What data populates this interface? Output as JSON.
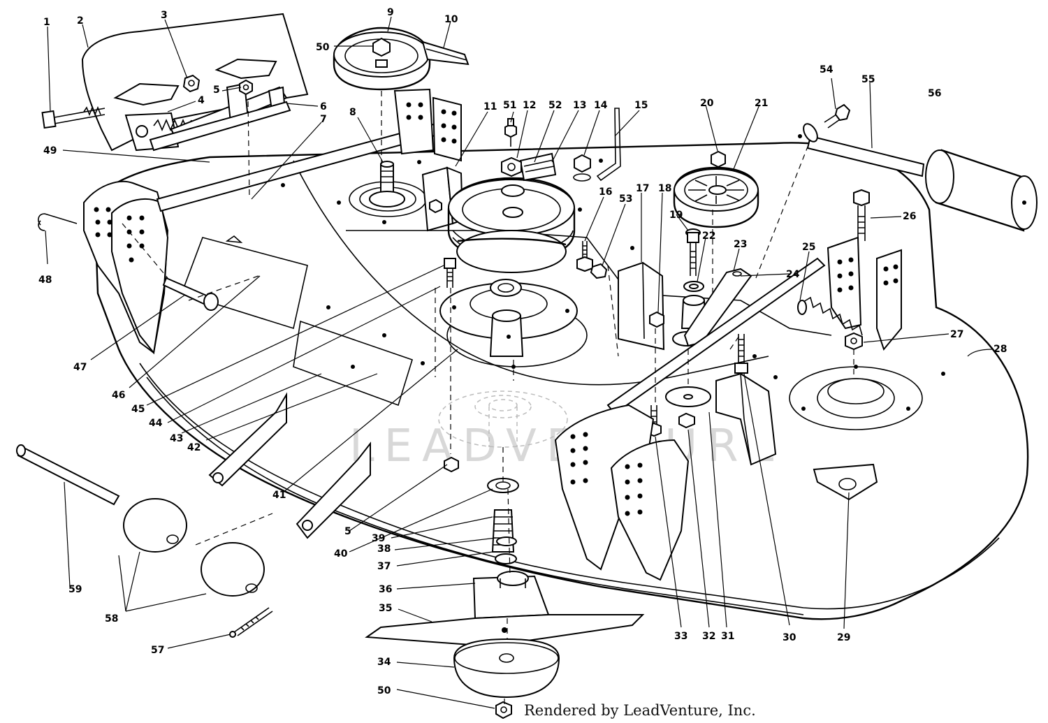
{
  "credit": "Rendered by LeadVenture, Inc.",
  "watermark": "LEADVENTURE",
  "callouts": [
    {
      "id": "c1",
      "text": "1"
    },
    {
      "id": "c2",
      "text": "2"
    },
    {
      "id": "c3",
      "text": "3"
    },
    {
      "id": "c4",
      "text": "4"
    },
    {
      "id": "c5a",
      "text": "5"
    },
    {
      "id": "c6",
      "text": "6"
    },
    {
      "id": "c7",
      "text": "7"
    },
    {
      "id": "c8",
      "text": "8"
    },
    {
      "id": "c9",
      "text": "9"
    },
    {
      "id": "c10",
      "text": "10"
    },
    {
      "id": "c11",
      "text": "11"
    },
    {
      "id": "c12",
      "text": "12"
    },
    {
      "id": "c13",
      "text": "13"
    },
    {
      "id": "c14",
      "text": "14"
    },
    {
      "id": "c15",
      "text": "15"
    },
    {
      "id": "c16",
      "text": "16"
    },
    {
      "id": "c17",
      "text": "17"
    },
    {
      "id": "c18",
      "text": "18"
    },
    {
      "id": "c19",
      "text": "19"
    },
    {
      "id": "c20",
      "text": "20"
    },
    {
      "id": "c21",
      "text": "21"
    },
    {
      "id": "c22",
      "text": "22"
    },
    {
      "id": "c23",
      "text": "23"
    },
    {
      "id": "c24",
      "text": "24"
    },
    {
      "id": "c25",
      "text": "25"
    },
    {
      "id": "c26",
      "text": "26"
    },
    {
      "id": "c27",
      "text": "27"
    },
    {
      "id": "c28",
      "text": "28"
    },
    {
      "id": "c29",
      "text": "29"
    },
    {
      "id": "c30",
      "text": "30"
    },
    {
      "id": "c31",
      "text": "31"
    },
    {
      "id": "c32",
      "text": "32"
    },
    {
      "id": "c33",
      "text": "33"
    },
    {
      "id": "c34",
      "text": "34"
    },
    {
      "id": "c35",
      "text": "35"
    },
    {
      "id": "c36",
      "text": "36"
    },
    {
      "id": "c37",
      "text": "37"
    },
    {
      "id": "c38",
      "text": "38"
    },
    {
      "id": "c39",
      "text": "39"
    },
    {
      "id": "c40",
      "text": "40"
    },
    {
      "id": "c41",
      "text": "41"
    },
    {
      "id": "c42",
      "text": "42"
    },
    {
      "id": "c43",
      "text": "43"
    },
    {
      "id": "c44",
      "text": "44"
    },
    {
      "id": "c45",
      "text": "45"
    },
    {
      "id": "c46",
      "text": "46"
    },
    {
      "id": "c47",
      "text": "47"
    },
    {
      "id": "c48",
      "text": "48"
    },
    {
      "id": "c49",
      "text": "49"
    },
    {
      "id": "c50a",
      "text": "50"
    },
    {
      "id": "c50b",
      "text": "50"
    },
    {
      "id": "c51",
      "text": "51"
    },
    {
      "id": "c52",
      "text": "52"
    },
    {
      "id": "c53",
      "text": "53"
    },
    {
      "id": "c54",
      "text": "54"
    },
    {
      "id": "c55",
      "text": "55"
    },
    {
      "id": "c56",
      "text": "56"
    },
    {
      "id": "c57",
      "text": "57"
    },
    {
      "id": "c58",
      "text": "58"
    },
    {
      "id": "c59",
      "text": "59"
    },
    {
      "id": "c5b",
      "text": "5"
    }
  ]
}
